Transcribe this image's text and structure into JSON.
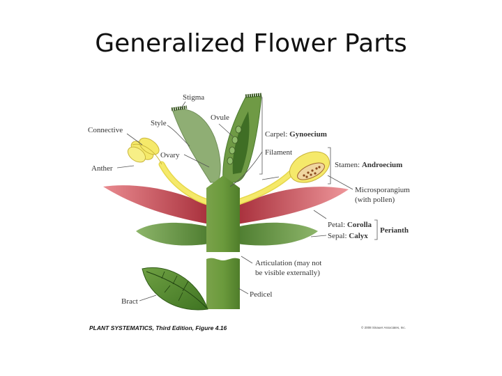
{
  "title": "Generalized Flower Parts",
  "labels": {
    "stigma": "Stigma",
    "style": "Style",
    "ovule": "Ovule",
    "connective": "Connective",
    "ovary": "Ovary",
    "anther": "Anther",
    "carpel_prefix": "Carpel: ",
    "carpel_term": "Gynoecium",
    "filament": "Filament",
    "stamen_prefix": "Stamen: ",
    "stamen_term": "Androecium",
    "microsporangium_line1": "Microsporangium",
    "microsporangium_line2": "(with pollen)",
    "petal_prefix": "Petal: ",
    "petal_term": "Corolla",
    "sepal_prefix": "Sepal: ",
    "sepal_term": "Calyx",
    "perianth": "Perianth",
    "articulation_line1": "Articulation (may not",
    "articulation_line2": "be visible externally)",
    "bract": "Bract",
    "pedicel": "Pedicel"
  },
  "citation": "PLANT SYSTEMATICS, Third Edition, Figure 4.16",
  "copyright": "© 2008 Sinauer Associates, Inc.",
  "colors": {
    "green_light": "#8fae74",
    "green_mid": "#6f9a45",
    "green_dark": "#4a7a2e",
    "yellow": "#f5e96a",
    "petal_red": "#c9505a",
    "petal_pink": "#e98a8f"
  }
}
